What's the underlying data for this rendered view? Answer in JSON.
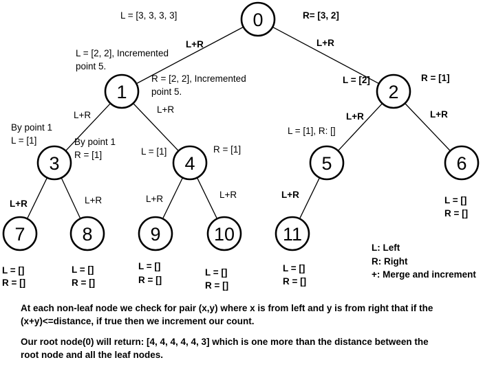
{
  "nodes": [
    {
      "id": "0",
      "label": "0"
    },
    {
      "id": "1",
      "label": "1"
    },
    {
      "id": "2",
      "label": "2"
    },
    {
      "id": "3",
      "label": "3"
    },
    {
      "id": "4",
      "label": "4"
    },
    {
      "id": "5",
      "label": "5"
    },
    {
      "id": "6",
      "label": "6"
    },
    {
      "id": "7",
      "label": "7"
    },
    {
      "id": "8",
      "label": "8"
    },
    {
      "id": "9",
      "label": "9"
    },
    {
      "id": "10",
      "label": "10"
    },
    {
      "id": "11",
      "label": "11"
    }
  ],
  "edges": [
    {
      "from": "0",
      "to": "1",
      "label": "L+R"
    },
    {
      "from": "0",
      "to": "2",
      "label": "L+R"
    },
    {
      "from": "1",
      "to": "3",
      "label": "L+R"
    },
    {
      "from": "1",
      "to": "4",
      "label": "L+R"
    },
    {
      "from": "2",
      "to": "5",
      "label": "L+R"
    },
    {
      "from": "2",
      "to": "6",
      "label": "L+R"
    },
    {
      "from": "3",
      "to": "7",
      "label": "L+R"
    },
    {
      "from": "3",
      "to": "8",
      "label": "L+R"
    },
    {
      "from": "4",
      "to": "9",
      "label": "L+R"
    },
    {
      "from": "4",
      "to": "10",
      "label": "L+R"
    },
    {
      "from": "5",
      "to": "11",
      "label": "L+R"
    }
  ],
  "annotations": {
    "n0_left": "L = [3, 3, 3, 3]",
    "n0_right": "R= [3, 2]",
    "n1_left_line1": "L = [2, 2], Incremented",
    "n1_left_line2": "point 5.",
    "n1_right_line1": "R = [2, 2], Incremented",
    "n1_right_line2": "point 5.",
    "n2_left": "L = [2]",
    "n2_right": "R = [1]",
    "n3_left_line1": "By point 1",
    "n3_left_line2": "L = [1]",
    "n3_right_line1": "By point 1",
    "n3_right_line2": "R = [1]",
    "n4_left": "L = [1]",
    "n4_right": "R = [1]",
    "n5_lr": "L = [1], R: []",
    "n6_l": "L = []",
    "n6_r": "R = []",
    "n7_l": "L = []",
    "n7_r": "R = []",
    "n8_l": "L = []",
    "n8_r": "R = []",
    "n9_l": "L = []",
    "n9_r": "R = []",
    "n10_l": "L = []",
    "n10_r": "R = []",
    "n11_l": "L = []",
    "n11_r": "R = []"
  },
  "legend": {
    "left": "L: Left",
    "right": "R: Right",
    "plus": "+: Merge and increment"
  },
  "footnote": {
    "line1": "At each non-leaf node we check for pair (x,y) where x is from left and y is from right that if the",
    "line2": "(x+y)<=distance, if true then we increment our count.",
    "line3": "Our root node(0) will return: [4, 4, 4, 4, 4, 3] which is one more than the distance between the",
    "line4": "root node and all the leaf nodes."
  }
}
